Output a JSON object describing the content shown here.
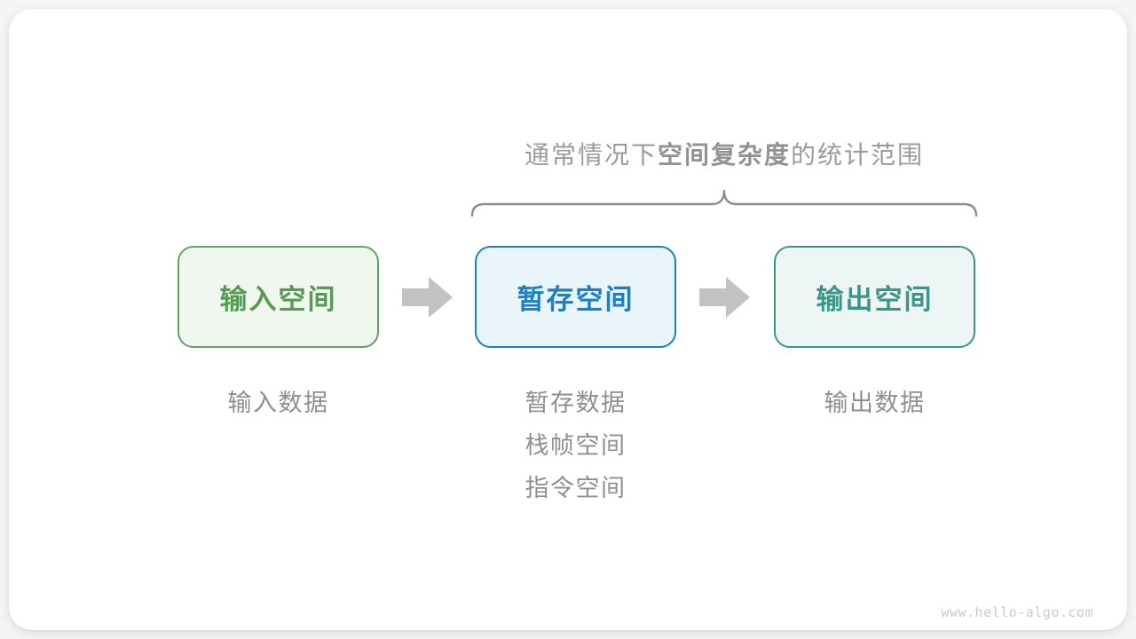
{
  "title": {
    "prefix": "通常情况下",
    "emphasis": "空间复杂度",
    "suffix": "的统计范围"
  },
  "boxes": [
    {
      "id": "input-space",
      "label": "输入空间",
      "border_color": "#61a35f",
      "bg_color": "#f0f7ef",
      "text_color": "#569a54"
    },
    {
      "id": "temp-space",
      "label": "暂存空间",
      "border_color": "#1d7ec4",
      "bg_color": "#e9f4fb",
      "text_color": "#1b80c7"
    },
    {
      "id": "output-space",
      "label": "输出空间",
      "border_color": "#3f9488",
      "bg_color": "#edf6f4",
      "text_color": "#3d9488"
    }
  ],
  "notes": {
    "input": [
      "输入数据"
    ],
    "temporary": [
      "暂存数据",
      "栈帧空间",
      "指令空间"
    ],
    "output": [
      "输出数据"
    ]
  },
  "decor": {
    "arrow_color": "#c2c2c2",
    "brace_color": "#8e8e8e",
    "title_color": "#9b9b9b",
    "note_color": "#8f8f8f"
  },
  "watermark": "www.hello-algo.com"
}
